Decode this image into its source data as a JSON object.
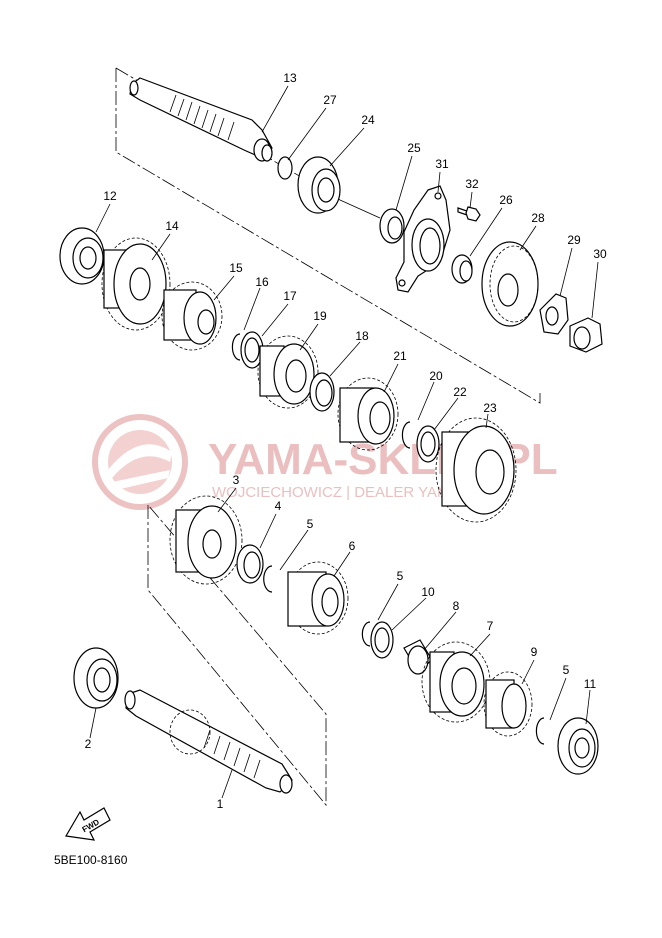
{
  "watermark": {
    "brand": "YAMA-SKLEP.PL",
    "subtitle": "WOJCIECHOWICZ | DEALER YAMAHA",
    "color": "#e8b4b4"
  },
  "fwd_label": "FWD",
  "diagram_code": "5BE100-8160",
  "labels": {
    "p1": "1",
    "p2": "2",
    "p3": "3",
    "p4": "4",
    "p5a": "5",
    "p5b": "5",
    "p5c": "5",
    "p6": "6",
    "p7": "7",
    "p8": "8",
    "p9": "9",
    "p10": "10",
    "p11": "11",
    "p12": "12",
    "p13": "13",
    "p14": "14",
    "p15": "15",
    "p16": "16",
    "p17": "17",
    "p18": "18",
    "p19": "19",
    "p20": "20",
    "p21": "21",
    "p22": "22",
    "p23": "23",
    "p24": "24",
    "p25": "25",
    "p26": "26",
    "p27": "27",
    "p28": "28",
    "p29": "29",
    "p30": "30",
    "p31": "31",
    "p32": "32"
  }
}
